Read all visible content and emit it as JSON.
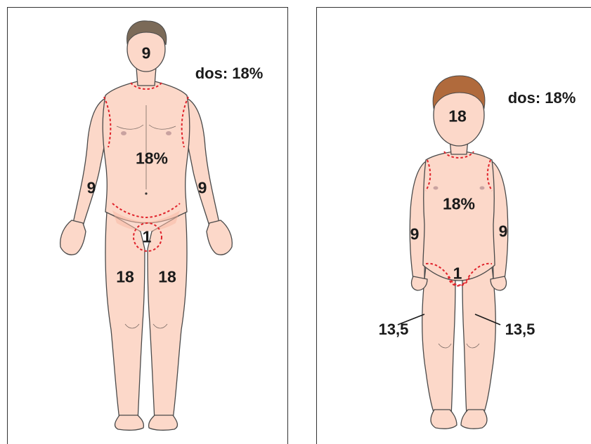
{
  "adult": {
    "head": "9",
    "back_note": "dos: 18%",
    "trunk": "18%",
    "arm_left": "9",
    "arm_right": "9",
    "genital": "1",
    "leg_left": "18",
    "leg_right": "18"
  },
  "child": {
    "head": "18",
    "back_note": "dos: 18%",
    "trunk": "18%",
    "arm_left": "9",
    "arm_right": "9",
    "genital": "1",
    "leg_left": "13,5",
    "leg_right": "13,5"
  },
  "colors": {
    "skin": "#fcd8c9",
    "adult_hair": "#7b6a58",
    "child_hair": "#b06a3c",
    "boundary": "#e0232b"
  }
}
